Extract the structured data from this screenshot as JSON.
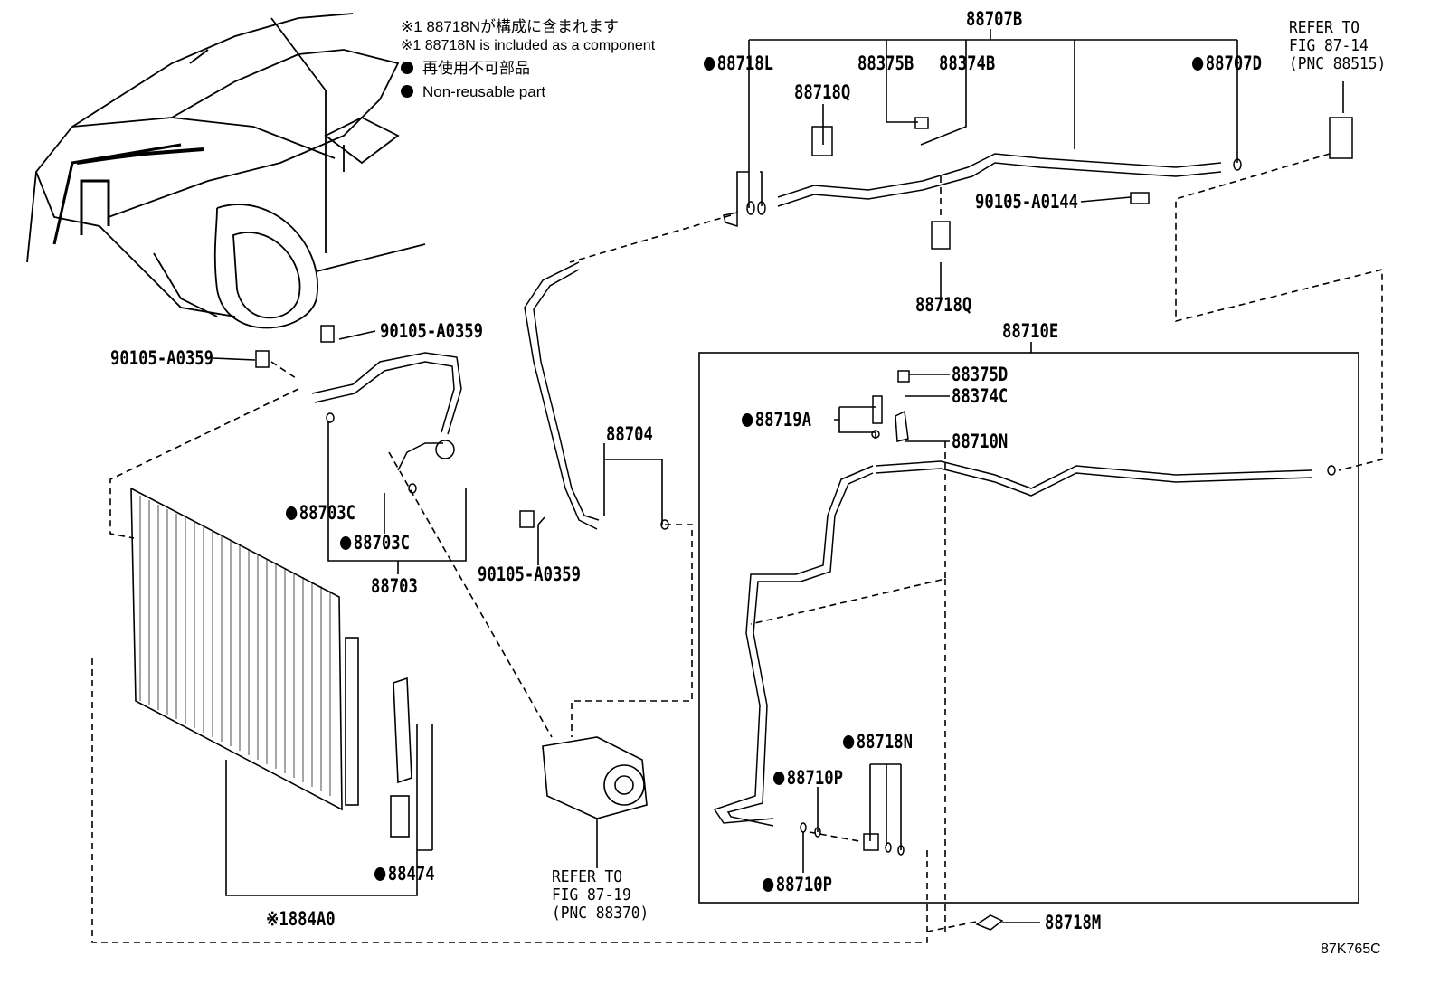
{
  "notes": {
    "line1_ja": "※1 88718Nが構成に含まれます",
    "line1_en": "※1 88718N is included as a component",
    "legend_ja": "再使用不可部品",
    "legend_en": "Non-reusable part"
  },
  "labels": {
    "p88707B": "88707B",
    "p88718L": "88718L",
    "p88375B": "88375B",
    "p88374B": "88374B",
    "p88707D": "88707D",
    "p88718Q_a": "88718Q",
    "p90105A0144": "90105-A0144",
    "p88718Q_b": "88718Q",
    "p88710E": "88710E",
    "p88375D": "88375D",
    "p88374C": "88374C",
    "p88719A": "88719A",
    "p88710N": "88710N",
    "p90105A0359_a": "90105-A0359",
    "p90105A0359_b": "90105-A0359",
    "p88704": "88704",
    "p88703C_a": "88703C",
    "p88703C_b": "88703C",
    "p88703": "88703",
    "p90105A0359_c": "90105-A0359",
    "p88718N": "88718N",
    "p88710P_a": "88710P",
    "p88710P_b": "88710P",
    "p88474": "88474",
    "p884A0": "※1884A0",
    "p88718M": "88718M"
  },
  "refs": {
    "fig87_14": "REFER TO\nFIG 87-14\n(PNC 88515)",
    "fig87_19": "REFER TO\nFIG 87-19\n(PNC 88370)"
  },
  "diagram_code": "87K765C"
}
